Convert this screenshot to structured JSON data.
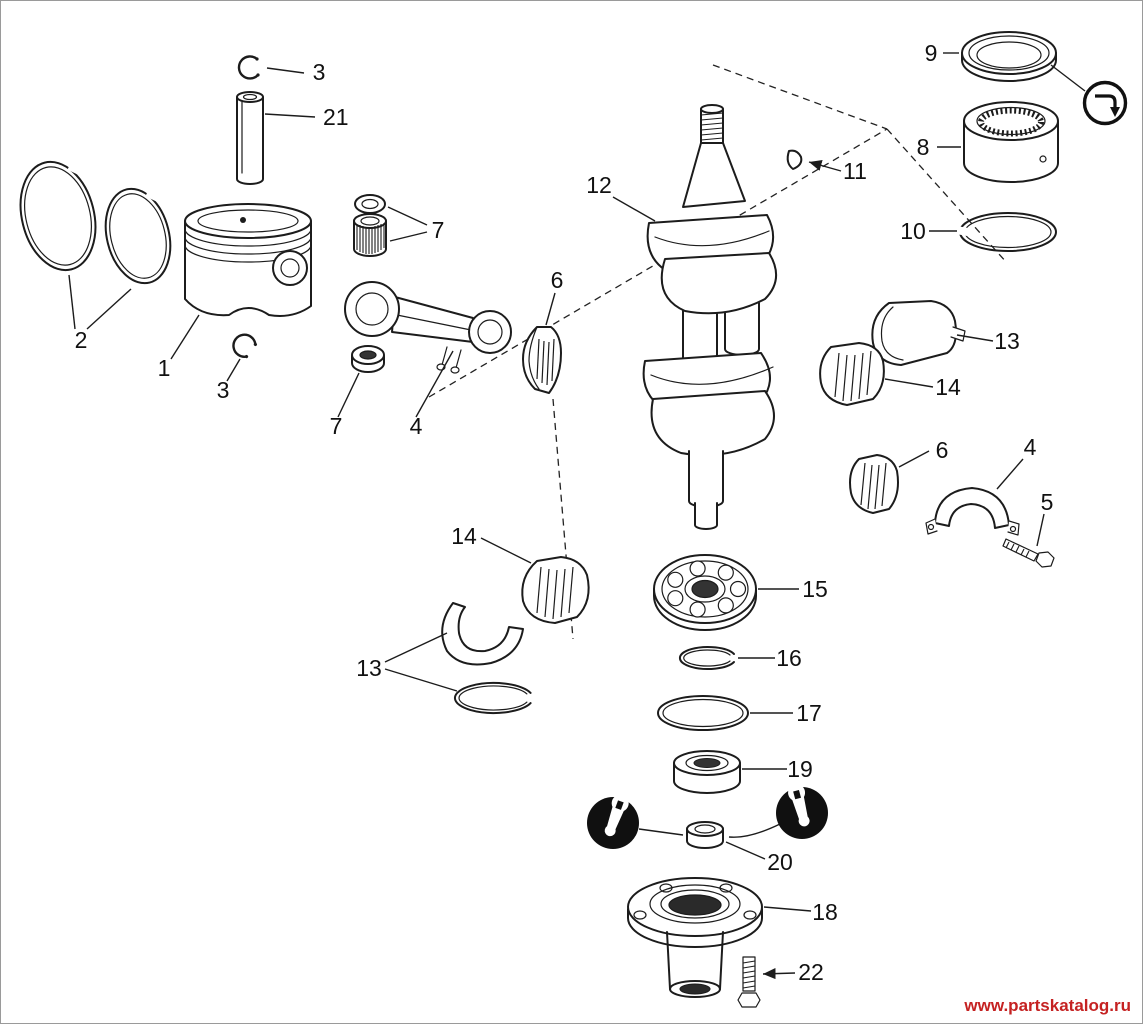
{
  "diagram": {
    "watermark": "www.partskatalog.ru",
    "watermark_color": "#c52222",
    "line_color": "#1c1c1c",
    "background": "#ffffff"
  },
  "icons": {
    "direction": "bent-arrow-icon",
    "lubricant_left": "wrench-icon",
    "lubricant_right": "wrench-icon"
  },
  "callouts": [
    {
      "part": "circlip-top",
      "number": "3"
    },
    {
      "part": "wrist-pin",
      "number": "21"
    },
    {
      "part": "piston-rings",
      "number": "2"
    },
    {
      "part": "piston",
      "number": "1"
    },
    {
      "part": "circlip-bottom",
      "number": "3"
    },
    {
      "part": "needle-bearing-top",
      "number": "7"
    },
    {
      "part": "thrust-washer",
      "number": "7"
    },
    {
      "part": "connecting-rod",
      "number": "4"
    },
    {
      "part": "roller-cage-upper",
      "number": "6"
    },
    {
      "part": "crankshaft",
      "number": "12"
    },
    {
      "part": "dowel-pin",
      "number": "11"
    },
    {
      "part": "seal-ring-top",
      "number": "9"
    },
    {
      "part": "center-main-bearing",
      "number": "8"
    },
    {
      "part": "retaining-ring-top",
      "number": "10"
    },
    {
      "part": "bearing-shell-right",
      "number": "13"
    },
    {
      "part": "roller-cage-right",
      "number": "14"
    },
    {
      "part": "roller-cage-lower-right",
      "number": "6"
    },
    {
      "part": "rod-cap",
      "number": "4"
    },
    {
      "part": "cap-screw",
      "number": "5"
    },
    {
      "part": "roller-cage-left",
      "number": "14"
    },
    {
      "part": "bearing-shell-left",
      "number": "13"
    },
    {
      "part": "ball-bearing",
      "number": "15"
    },
    {
      "part": "snap-ring",
      "number": "16"
    },
    {
      "part": "o-ring",
      "number": "17"
    },
    {
      "part": "oil-seal",
      "number": "19"
    },
    {
      "part": "spacer-ring",
      "number": "20"
    },
    {
      "part": "bearing-housing",
      "number": "18"
    },
    {
      "part": "flange-bolt",
      "number": "22"
    }
  ]
}
